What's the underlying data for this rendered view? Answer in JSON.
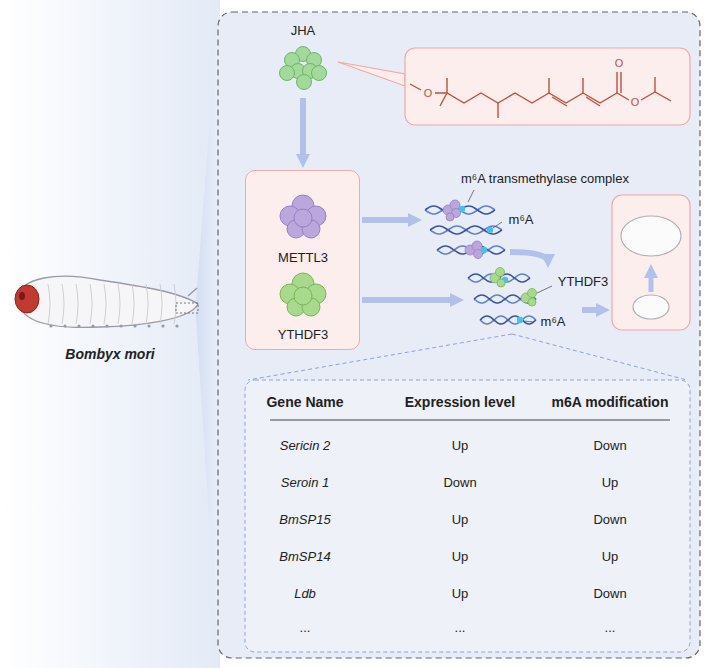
{
  "diagram": {
    "nodes": [
      {
        "text": [
          "JHA"
        ]
      },
      {
        "text": [
          "METTL3",
          "YTHDF3"
        ]
      }
    ],
    "edges": [
      {
        "from": 0,
        "to": 1,
        "arrow": "to"
      }
    ],
    "labels": [
      "m⁶A transmethylase complex",
      "m⁶A",
      "YTHDF3",
      "m⁶A",
      "Bombyx mori",
      "Gene Name",
      "Expression level",
      "m6A modification",
      "Sericin 2",
      "Up",
      "Down",
      "Seroin 1",
      "Down",
      "Up",
      "BmSP15",
      "Up",
      "Down",
      "BmSP14",
      "Up",
      "Up",
      "Ldb",
      "Up",
      "Down",
      "...",
      "...",
      "...",
      "O",
      "O",
      "O"
    ]
  }
}
